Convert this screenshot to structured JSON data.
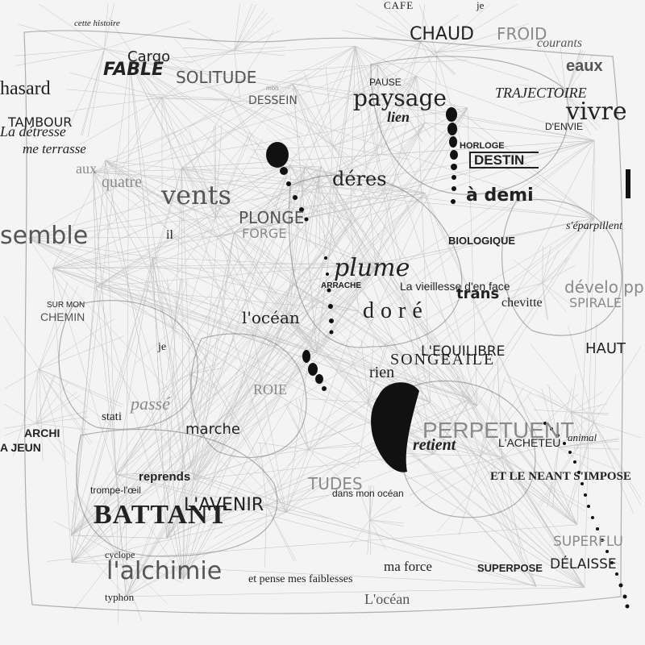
{
  "artwork": {
    "colors": {
      "background": "#f4f4f4",
      "ink": "#111111",
      "web": "#9a9a9a"
    },
    "words": {
      "cafe": "CAFE",
      "je_top": "je",
      "cette_histoire": "cette histoire",
      "chaud": "CHAUD",
      "froid": "FROID",
      "courants": "courants",
      "eaux": "eaux",
      "cargo": "Cargo",
      "fable": "FABLE",
      "hasard": "hasard",
      "solitude": "SOLITUDE",
      "mon": "mon",
      "dessein": "DESSEIN",
      "pause": "PAUSE",
      "paysage": "paysage",
      "lien": "lien",
      "trajectoire": "TRAJECTOIRE",
      "vivre": "vivre",
      "tambour": "TAMBOUR",
      "detresse": "La détresse",
      "me_terrasse": "me terrasse",
      "denvie": "D'ENVIE",
      "horloge": "HORLOGE",
      "destin": "DESTIN",
      "aux": "aux",
      "quatre": "quatre",
      "vents": "vents",
      "deres": "déres",
      "a_demi": "à demi",
      "plonge": "PLONGE",
      "forge": "FORGE",
      "semble": "semble",
      "il": "il",
      "sepanouille": "s'éparpillent",
      "biologique": "BIOLOGIQUE",
      "plume": "plume",
      "arrache": "ARRACHE",
      "vieillesse": "La vieillesse d'en face",
      "trans": "trans",
      "chevitte": "chevitte",
      "developp": "dévelo pp",
      "spirale": "SPIRALE",
      "sur_mon": "SUR MON",
      "chemin": "CHEMIN",
      "ocean_mid": "l'océan",
      "dore": "doré",
      "je_mid": "je",
      "songeaile": "SONGEAILE",
      "equilibre": "L'EQUILIBRE",
      "rien": "rien",
      "haut": "HAUT",
      "roie": "ROIE",
      "stati": "stati",
      "passe": "passé",
      "marche": "marche",
      "perpetuent": "PERPETUENT",
      "retient": "retient",
      "lacheteu": "L'ACHETEU",
      "animal": "animal",
      "archi": "ARCHI",
      "ajeun": "A JEUN",
      "reprends": "reprends",
      "trompe_loeil": "trompe-l'œil",
      "battant": "BATTANT",
      "avenir": "L'AVENIR",
      "tudes": "TUDES",
      "dans_mon_ocean": "dans mon océan",
      "neant": "ET LE NEANT S'IMPOSE",
      "superflu": "SUPERFLU",
      "cyclope": "cyclope",
      "alchimie": "l'alchimie",
      "typhon": "typhon",
      "pense": "et pense mes faiblesses",
      "ma_force": "ma force",
      "superpose": "SUPERPOSE",
      "delaisse": "DÉLAISSE",
      "ocean_bottom": "L'océan"
    }
  }
}
